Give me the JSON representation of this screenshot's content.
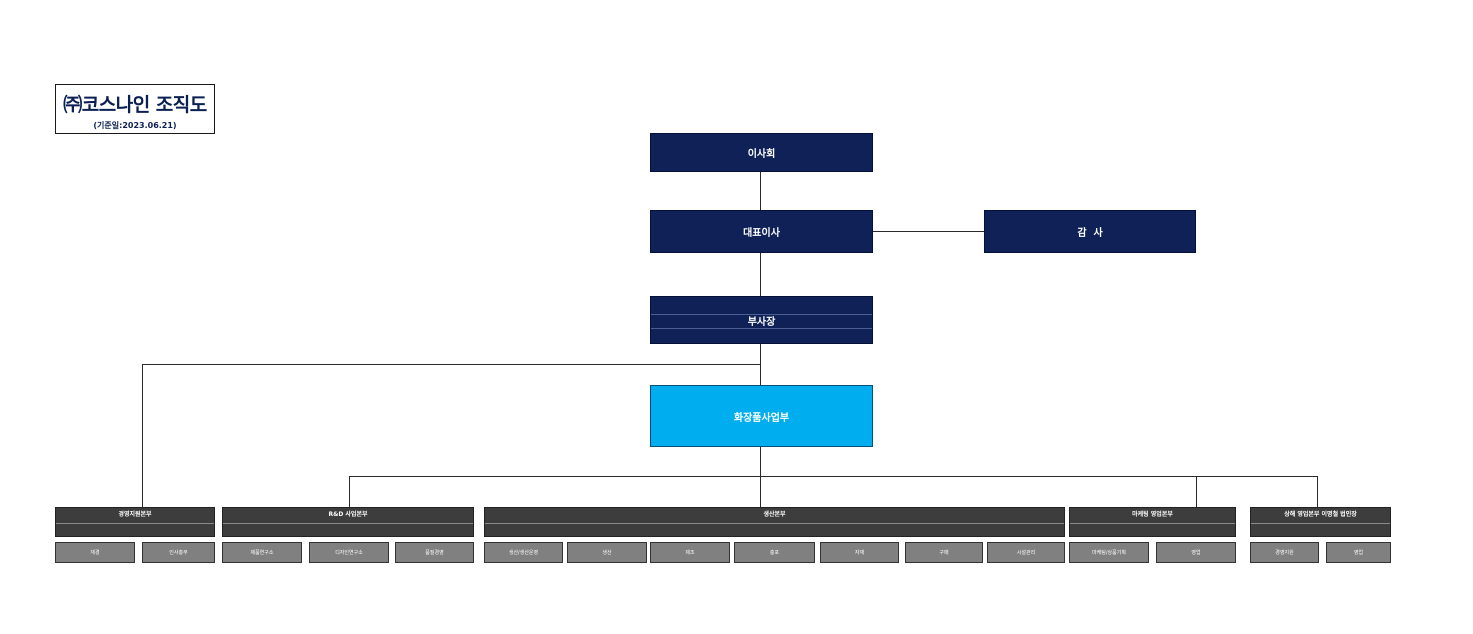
{
  "header": {
    "title": "㈜코스나인 조직도",
    "subtitle": "(기준일:2023.06.21)"
  },
  "top": {
    "board": "이사회",
    "ceo": "대표이사",
    "audit": "감  사",
    "vp": "부사장",
    "division": "화장품사업부"
  },
  "departments": [
    {
      "name": "경영지원본부",
      "teams": [
        "재경",
        "인사총무"
      ]
    },
    {
      "name": "R&D 사업본부",
      "teams": [
        "제품연구소",
        "디자인연구소",
        "품질경영"
      ]
    },
    {
      "name": "생산본부",
      "teams": [
        "생산/생산운영",
        "생산",
        "제조",
        "충포",
        "자재",
        "구매",
        "시설관리"
      ]
    },
    {
      "name": "마케팅 영업본부",
      "teams": [
        "마케팅/상품기획",
        "영업"
      ]
    },
    {
      "name": "상해 영업본부 이명철 법인장",
      "teams": [
        "경영지원",
        "영업"
      ]
    }
  ],
  "colors": {
    "navy": "#0f2157",
    "cyan": "#00aeef",
    "dept": "#3d3d3d",
    "team": "#808080"
  }
}
